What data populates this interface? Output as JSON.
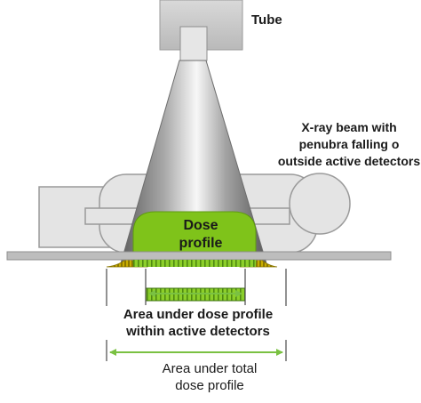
{
  "labels": {
    "tube": "Tube",
    "beam_line1": "X-ray beam with",
    "beam_line2": "penubra falling o",
    "beam_line3": "outside active detectors",
    "dose_line1": "Dose",
    "dose_line2": "profile",
    "active_line1": "Area under dose profile",
    "active_line2": "within active detectors",
    "total_line1": "Area under total",
    "total_line2": "dose profile"
  },
  "colors": {
    "dose_profile": "#7fc31a",
    "penumbra": "#b9a000",
    "arrow": "#7ac142",
    "beam": "#8a8a8a",
    "tube": "#cfcfcf",
    "patient": "#e3e3e3",
    "table": "#bdbdbd"
  },
  "icons": {
    "dimension_arrow": "double-headed-arrow"
  }
}
